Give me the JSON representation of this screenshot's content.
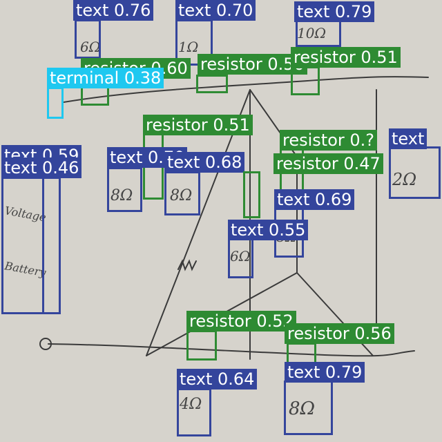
{
  "colors": {
    "text": "#34459c",
    "resistor": "#2e8b33",
    "terminal": "#1ec8f0",
    "ink": "#3a3a3a",
    "paper": "#d6d3cc"
  },
  "detections": [
    {
      "cls": "text",
      "label": "text 0.76"
    },
    {
      "cls": "text",
      "label": "text 0.70"
    },
    {
      "cls": "text",
      "label": "text 0.79"
    },
    {
      "cls": "resistor",
      "label": "resistor 0.60"
    },
    {
      "cls": "resistor",
      "label": "resistor 0.50"
    },
    {
      "cls": "resistor",
      "label": "resistor 0.51"
    },
    {
      "cls": "terminal",
      "label": "terminal 0.38"
    },
    {
      "cls": "resistor",
      "label": "resistor 0.51"
    },
    {
      "cls": "resistor",
      "label": "resistor 0.?"
    },
    {
      "cls": "text",
      "label": "text"
    },
    {
      "cls": "text",
      "label": "text 0.59"
    },
    {
      "cls": "text",
      "label": "text 0.46"
    },
    {
      "cls": "text",
      "label": "text 0.70"
    },
    {
      "cls": "text",
      "label": "text 0.68"
    },
    {
      "cls": "resistor",
      "label": "resistor 0.47"
    },
    {
      "cls": "text",
      "label": "text 0.69"
    },
    {
      "cls": "text",
      "label": "text 0.55"
    },
    {
      "cls": "resistor",
      "label": "resistor 0.52"
    },
    {
      "cls": "resistor",
      "label": "resistor 0.56"
    },
    {
      "cls": "text",
      "label": "text 0.64"
    },
    {
      "cls": "text",
      "label": "text 0.79"
    }
  ],
  "handwriting": [
    "6Ω",
    "1Ω",
    "10Ω",
    "2Ω",
    "8Ω",
    "8Ω",
    "6Ω",
    "8Ω",
    "4Ω",
    "8Ω",
    "Voltage",
    "Battery"
  ]
}
